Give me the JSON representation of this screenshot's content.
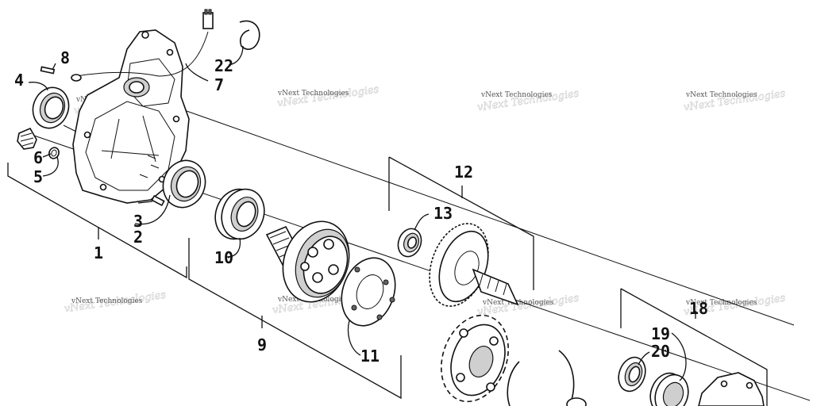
{
  "labels": {
    "p1": "1",
    "p2": "2",
    "p3": "3",
    "p4": "4",
    "p5": "5",
    "p6": "6",
    "p7": "7",
    "p8": "8",
    "p9": "9",
    "p10": "10",
    "p11": "11",
    "p12": "12",
    "p13": "13",
    "p18": "18",
    "p19": "19",
    "p20": "20",
    "p22": "22"
  },
  "watermark": {
    "text": "vNext Technologies"
  }
}
